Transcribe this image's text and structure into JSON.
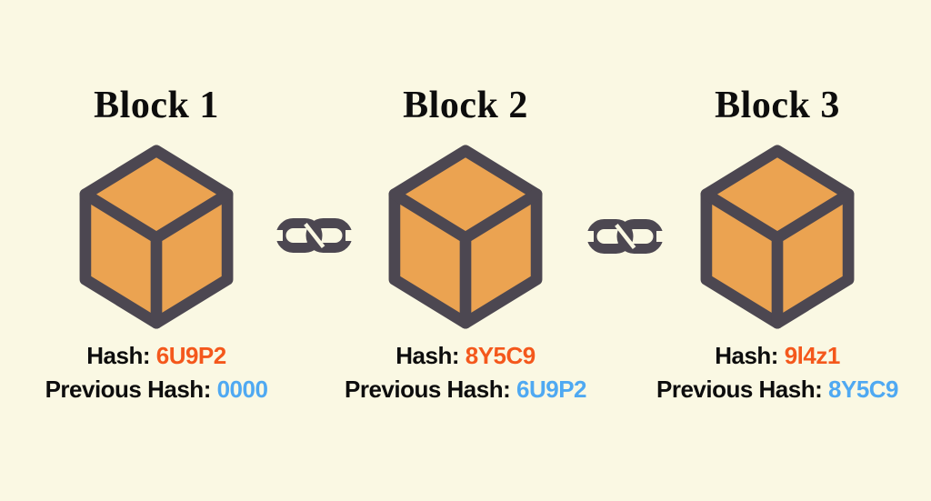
{
  "diagram": {
    "type": "blockchain-illustration",
    "blocks": [
      {
        "title": "Block 1",
        "hash_label": "Hash:",
        "hash_value": "6U9P2",
        "previous_hash_label": "Previous Hash:",
        "previous_hash_value": "0000"
      },
      {
        "title": "Block 2",
        "hash_label": "Hash:",
        "hash_value": "8Y5C9",
        "previous_hash_label": "Previous Hash:",
        "previous_hash_value": "6U9P2"
      },
      {
        "title": "Block 3",
        "hash_label": "Hash:",
        "hash_value": "9l4z1",
        "previous_hash_label": "Previous Hash:",
        "previous_hash_value": "8Y5C9"
      }
    ],
    "connector_icon": "chain-link-icon",
    "block_icon": "isometric-cube-icon"
  },
  "colors": {
    "background": "#FAF8E3",
    "outline": "#4C4751",
    "cube_fill": "#EBA351",
    "hash_value": "#F4581C",
    "prev_hash_value": "#4FA9F2",
    "text": "#0D0D0D"
  }
}
